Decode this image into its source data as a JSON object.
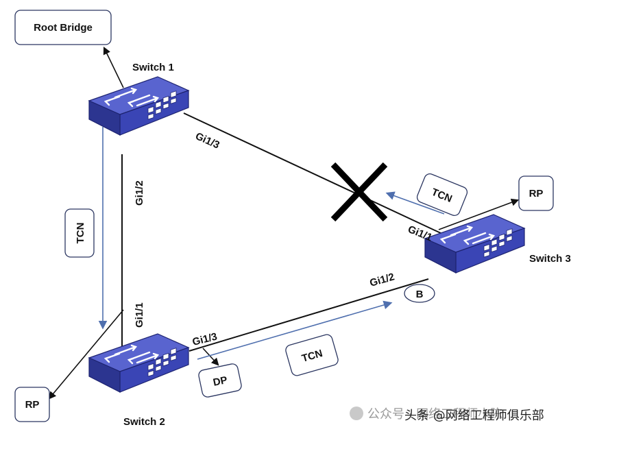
{
  "nodes": {
    "root_bridge": "Root Bridge",
    "switch1": "Switch 1",
    "switch2": "Switch 2",
    "switch3": "Switch 3"
  },
  "ports": {
    "sw1_gi1_3": "Gi1/3",
    "sw1_gi1_2": "Gi1/2",
    "sw2_gi1_1": "Gi1/1",
    "sw2_gi1_3": "Gi1/3",
    "sw3_gi1_1": "Gi1/1",
    "sw3_gi1_2": "Gi1/2"
  },
  "boxes": {
    "rp_right": "RP",
    "rp_left": "RP",
    "tcn_left": "TCN",
    "tcn_top_right": "TCN",
    "tcn_bottom": "TCN",
    "dp": "DP",
    "blocked": "B"
  },
  "watermark": {
    "prefix": "公众号 · 网络工程师小陈",
    "main": "头条 @网络工程师俱乐部"
  },
  "colors": {
    "switch_top": "#5964cf",
    "switch_front": "#3a45b5",
    "switch_side": "#2c3590",
    "arrow_blue": "#4f6fae",
    "line": "#111111",
    "cross": "#000000"
  }
}
